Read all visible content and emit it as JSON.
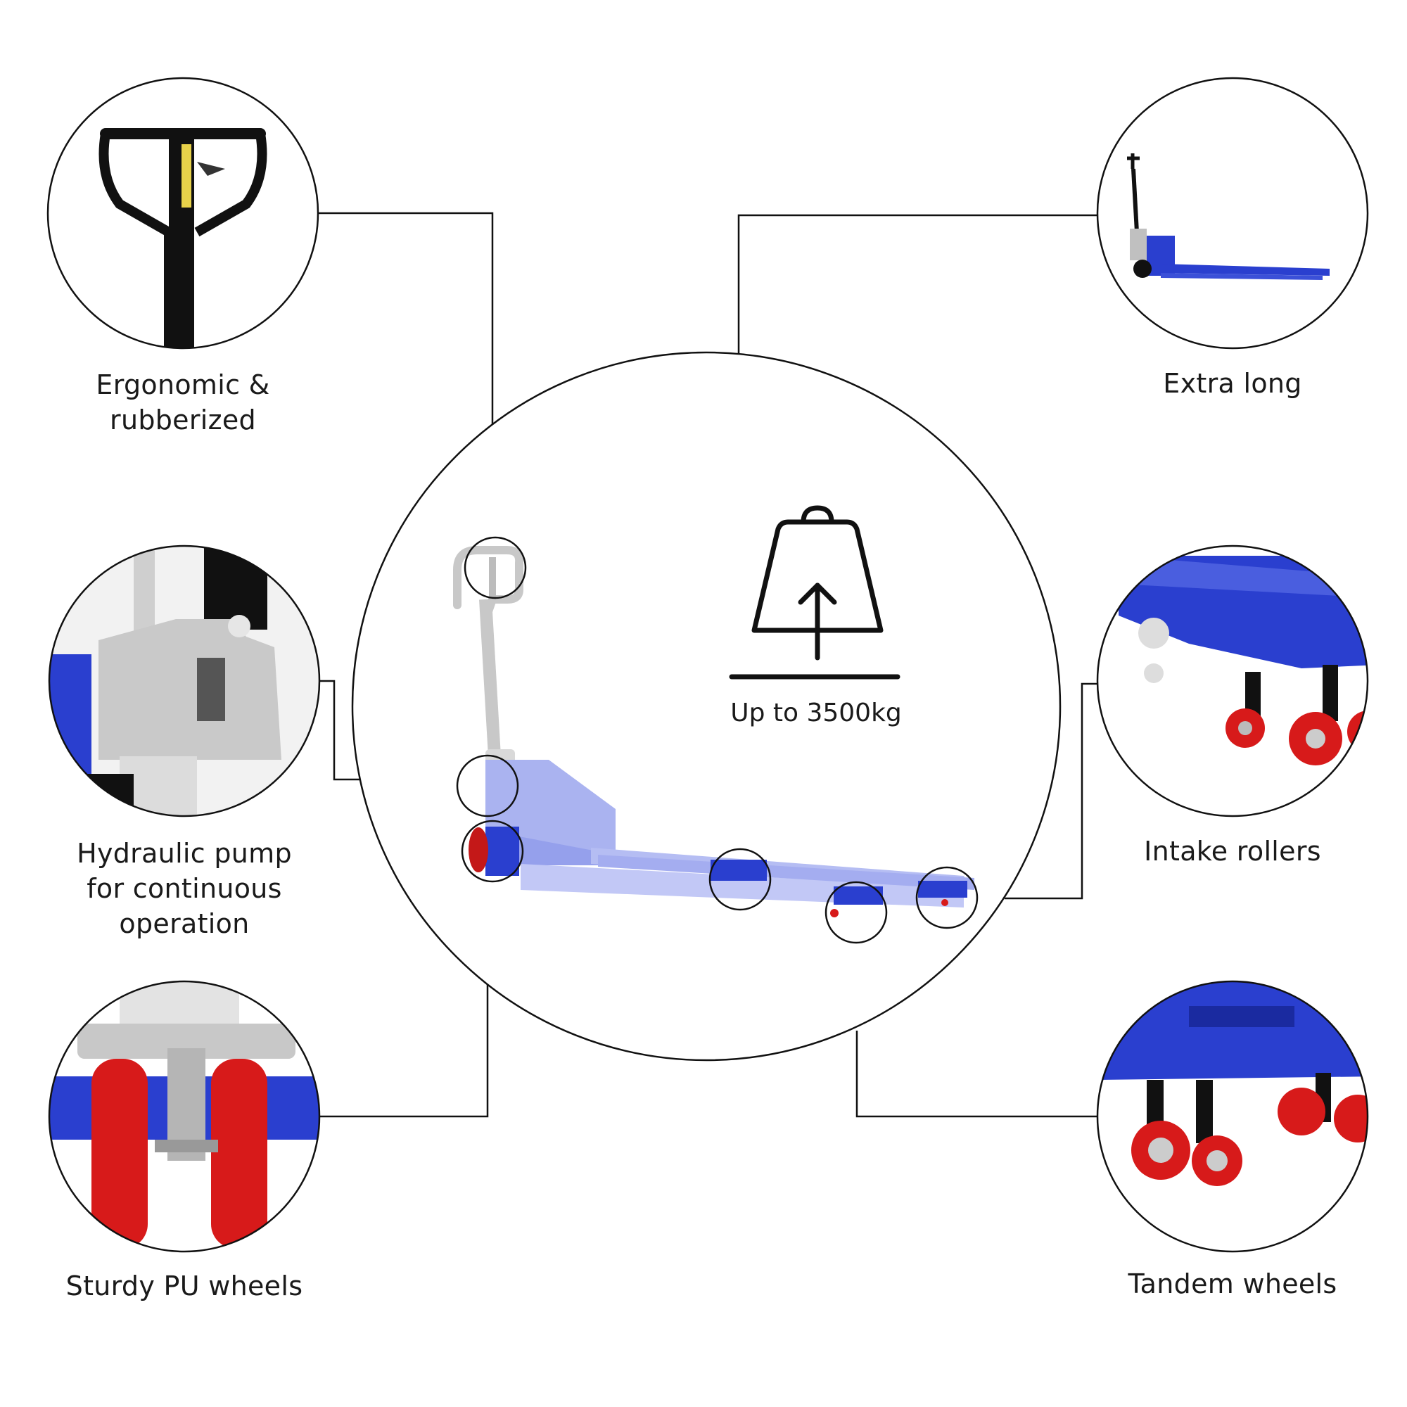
{
  "features": {
    "handle": {
      "lines": [
        "Ergonomic &",
        "rubberized"
      ]
    },
    "length": {
      "lines": [
        "Extra long"
      ]
    },
    "pump": {
      "lines": [
        "Hydraulic pump",
        "for continuous",
        "operation"
      ]
    },
    "rollers": {
      "lines": [
        "Intake rollers"
      ]
    },
    "wheels": {
      "lines": [
        "Sturdy PU wheels"
      ]
    },
    "tandem": {
      "lines": [
        "Tandem wheels"
      ]
    }
  },
  "capacity": {
    "label": "Up to 3500kg",
    "icon": "weight-lift-icon"
  },
  "colors": {
    "frame_blue": "#2a3fcf",
    "wheel_red": "#d71a1a",
    "line": "#111111"
  }
}
